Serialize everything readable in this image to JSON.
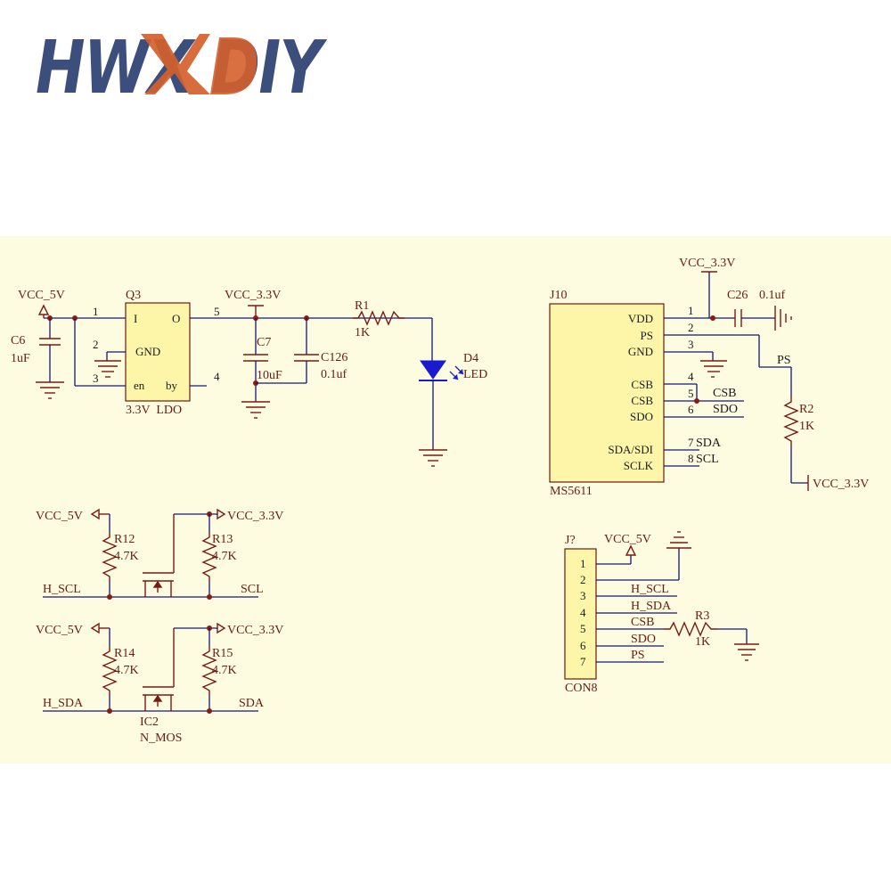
{
  "logo": {
    "text": "HWX DIY",
    "colors": {
      "primary": "#3c4e7c",
      "accent": "#d4612c"
    }
  },
  "colors": {
    "background": "#fdfce0",
    "wire": "#151575",
    "component": "#7a1a12",
    "label": "#6b1a12",
    "chip_fill": "#fdf6a8",
    "led": "#1a1ad0"
  },
  "ldo": {
    "vcc_in_label": "VCC_5V",
    "vcc_out_label": "VCC_3.3V",
    "c6": {
      "ref": "C6",
      "value": "1uF"
    },
    "q3": {
      "ref": "Q3",
      "value": "3.3V  LDO",
      "pins": {
        "i": "I",
        "o": "O",
        "gnd": "GND",
        "en": "en",
        "by": "by"
      },
      "pin_numbers": [
        "1",
        "2",
        "3",
        "4",
        "5"
      ]
    },
    "c7": {
      "ref": "C7",
      "value": "10uF"
    },
    "c126": {
      "ref": "C126",
      "value": "0.1uf"
    },
    "r1": {
      "ref": "R1",
      "value": "1K"
    },
    "d4": {
      "ref": "D4",
      "value": "LED"
    }
  },
  "sensor": {
    "ref": "J10",
    "part": "MS5611",
    "vcc_label": "VCC_3.3V",
    "pins": [
      {
        "num": "1",
        "name": "VDD"
      },
      {
        "num": "2",
        "name": "PS"
      },
      {
        "num": "3",
        "name": "GND"
      },
      {
        "num": "4",
        "name": "CSB"
      },
      {
        "num": "5",
        "name": "CSB"
      },
      {
        "num": "6",
        "name": "SDO"
      },
      {
        "num": "7",
        "name": "SDA/SDI"
      },
      {
        "num": "8",
        "name": "SCLK"
      }
    ],
    "net_labels": {
      "csb": "CSB",
      "sdo": "SDO",
      "sda": "SDA",
      "scl": "SCL",
      "ps": "PS"
    },
    "c26": {
      "ref": "C26",
      "value": "0.1uf"
    },
    "r2": {
      "ref": "R2",
      "value": "1K",
      "vcc_label": "VCC_3.3V"
    }
  },
  "level_shifter": {
    "vcc_5v_label": "VCC_5V",
    "vcc_33v_label": "VCC_3.3V",
    "r12": {
      "ref": "R12",
      "value": "4.7K"
    },
    "r13": {
      "ref": "R13",
      "value": "4.7K"
    },
    "r14": {
      "ref": "R14",
      "value": "4.7K"
    },
    "r15": {
      "ref": "R15",
      "value": "4.7K"
    },
    "net_h_scl": "H_SCL",
    "net_scl": "SCL",
    "net_h_sda": "H_SDA",
    "net_sda": "SDA",
    "ic2": {
      "ref": "IC2",
      "value": "N_MOS"
    }
  },
  "connector": {
    "ref": "J?",
    "part": "CON8",
    "vcc_label": "VCC_5V",
    "pin_numbers": [
      "1",
      "2",
      "3",
      "4",
      "5",
      "6",
      "7"
    ],
    "net_labels": [
      "H_SCL",
      "H_SDA",
      "CSB",
      "SDO",
      "PS"
    ],
    "r3": {
      "ref": "R3",
      "value": "1K"
    }
  }
}
